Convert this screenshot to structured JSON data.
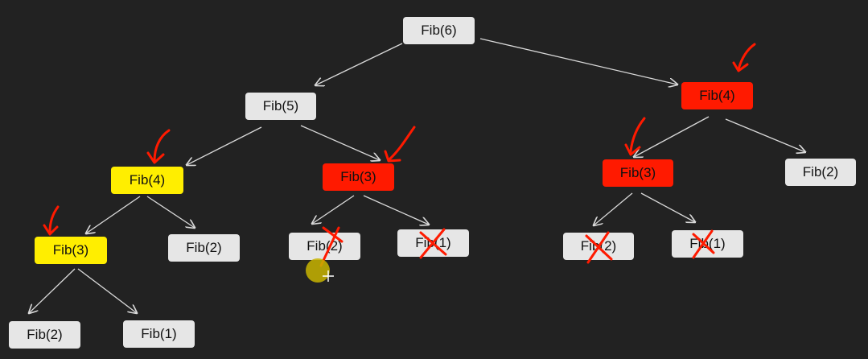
{
  "colors": {
    "background": "#222222",
    "node_default": "#e6e6e6",
    "node_yellow": "#ffee00",
    "node_red": "#ff1a00",
    "edge": "#d9d9d9",
    "annotation": "#ff1a00",
    "cursor_highlight": "#c8b400"
  },
  "tree": {
    "root": {
      "label": "Fib(6)",
      "state": "default"
    },
    "n5": {
      "label": "Fib(5)",
      "state": "default"
    },
    "n4_right": {
      "label": "Fib(4)",
      "state": "memoized",
      "marked": "arrow"
    },
    "n4_left": {
      "label": "Fib(4)",
      "state": "computed",
      "marked": "arrow"
    },
    "n3_mid": {
      "label": "Fib(3)",
      "state": "memoized",
      "marked": "arrow"
    },
    "n3_right": {
      "label": "Fib(3)",
      "state": "memoized",
      "marked": "arrow"
    },
    "n2_right": {
      "label": "Fib(2)",
      "state": "default"
    },
    "n3_left": {
      "label": "Fib(3)",
      "state": "computed",
      "marked": "arrow"
    },
    "n2_a": {
      "label": "Fib(2)",
      "state": "default"
    },
    "n2_b": {
      "label": "Fib(2)",
      "state": "default",
      "marked": "cross"
    },
    "n1_a": {
      "label": "Fib(1)",
      "state": "default",
      "marked": "cross"
    },
    "n2_c": {
      "label": "Fib(2)",
      "state": "default",
      "marked": "cross"
    },
    "n1_b": {
      "label": "Fib(1)",
      "state": "default",
      "marked": "cross"
    },
    "n2_d": {
      "label": "Fib(2)",
      "state": "default"
    },
    "n1_c": {
      "label": "Fib(1)",
      "state": "default"
    }
  },
  "icons": {
    "annotation_arrow": "checkmark-arrow-icon",
    "annotation_cross": "cross-out-icon",
    "cursor": "mouse-cursor-icon"
  }
}
